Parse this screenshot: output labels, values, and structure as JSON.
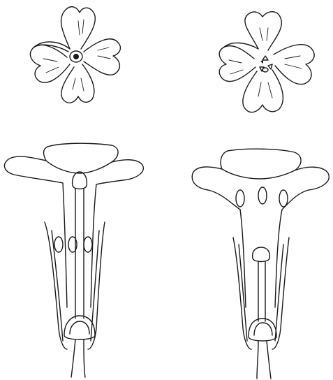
{
  "figure": {
    "panels": [
      {
        "id": "pin-eyed",
        "view": "face-view",
        "center": "style-tip"
      },
      {
        "id": "thrum-eyed",
        "view": "face-view",
        "center": "anthers"
      },
      {
        "id": "pin-eyed",
        "view": "longitudinal-section"
      },
      {
        "id": "thrum-eyed",
        "view": "longitudinal-section"
      }
    ],
    "colors": {
      "ink": "#1a1a1a",
      "paper": "#ffffff"
    }
  }
}
